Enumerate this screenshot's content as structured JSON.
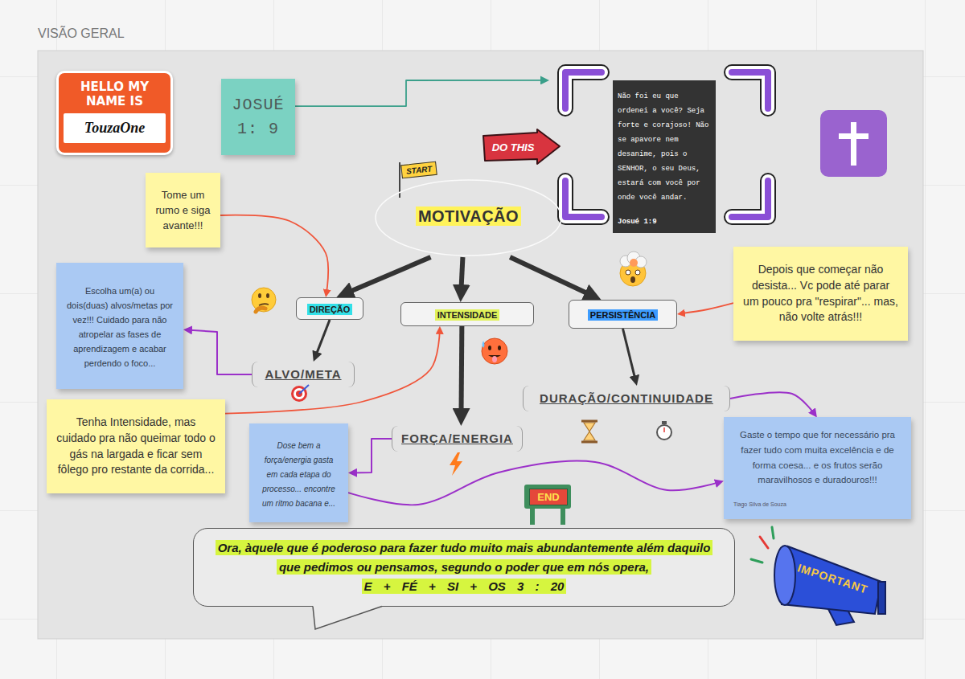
{
  "diagram": {
    "title": "VISÃO GERAL",
    "nodes": [
      {
        "text": [
          "HELLO MY NAME IS",
          "TouzaOne"
        ]
      },
      {
        "text": [
          "JOSUÉ 1: 9"
        ]
      },
      {
        "text": [
          "Não foi eu que ordenei a você? Seja forte e corajoso! Não se apavore nem desanime, pois o SENHOR, o seu Deus, estará com você por onde você andar.",
          "Josué 1:9"
        ]
      },
      {
        "text": [
          "DO THIS"
        ]
      },
      {
        "text": [
          "Tome um rumo e siga avante!!!"
        ]
      },
      {
        "text": [
          "MOTIVAÇÃO"
        ]
      },
      {
        "text": [
          "Depois que começar não desista... Vc pode até parar um pouco pra \"respirar\"... mas, não volte atrás!!!"
        ]
      },
      {
        "text": [
          "Escolha um(a) ou dois(duas) alvos/metas por vez!!! Cuidado para não atropelar as fases de aprendizagem e acabar perdendo o foco..."
        ]
      },
      {
        "text": [
          "DIREÇÃO"
        ]
      },
      {
        "text": [
          "INTENSIDADE"
        ]
      },
      {
        "text": [
          "PERSISTÊNCIA"
        ]
      },
      {
        "text": [
          "ALVO/META"
        ]
      },
      {
        "text": [
          "Tenha Intensidade, mas cuidado pra não queimar todo o gás na largada e ficar sem fôlego pro restante da corrida..."
        ]
      },
      {
        "text": [
          "DURAÇÃO/CONTINUIDADE"
        ]
      },
      {
        "text": [
          "Dose bem a força/energia gasta em cada etapa do processo... encontre um ritmo bacana e..."
        ]
      },
      {
        "text": [
          "FORÇA/ENERGIA"
        ]
      },
      {
        "text": [
          "Gaste o tempo que for necessário pra fazer tudo com muita excelência e de forma coesa... e os frutos serão maravilhosos e duradouros!!!",
          "Tiago Silva de Souza"
        ]
      },
      {
        "text": [
          "Ora, àquele que é poderoso para fazer tudo muito mais abundantemente além daquilo que pedimos ou pensamos, segundo o poder que em nós opera,",
          "E + FÉ + SI + OS 3 : 20"
        ]
      }
    ],
    "edges": [
      {
        "from": 1,
        "to": 2,
        "arrow": "to"
      },
      {
        "from": 5,
        "to": 8,
        "arrow": "to"
      },
      {
        "from": 5,
        "to": 9,
        "arrow": "to"
      },
      {
        "from": 5,
        "to": 10,
        "arrow": "to"
      },
      {
        "from": 4,
        "to": 8,
        "arrow": "to"
      },
      {
        "from": 6,
        "to": 10,
        "arrow": "to"
      },
      {
        "from": 12,
        "to": 9,
        "arrow": "to"
      },
      {
        "from": 8,
        "to": 11,
        "arrow": "to"
      },
      {
        "from": 9,
        "to": 15,
        "arrow": "to"
      },
      {
        "from": 10,
        "to": 13,
        "arrow": "to"
      },
      {
        "from": 11,
        "to": 7,
        "arrow": "to"
      },
      {
        "from": 15,
        "to": 14,
        "arrow": "to"
      },
      {
        "from": 14,
        "to": 16,
        "arrow": "to"
      },
      {
        "from": 13,
        "to": 16,
        "arrow": "to"
      }
    ],
    "labels": [
      "START",
      "END",
      "IMPORTANT"
    ]
  }
}
